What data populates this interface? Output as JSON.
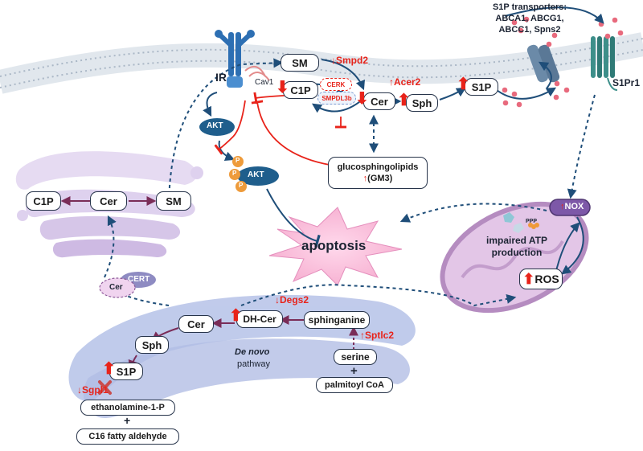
{
  "colors": {
    "red": "#e8231a",
    "navy": "#1f4e79",
    "membrane": "#c9d3de",
    "er": "#b6c2e8",
    "golgi": "#d7c6ea",
    "mito": "#d8b9dd",
    "teal": "#3d8f8a",
    "purple_arrow": "#7a2d58"
  },
  "transporters": {
    "title": "S1P transporters:",
    "list1": "ABCA1, ABCG1,",
    "list2": "ABCC1, Spns2"
  },
  "receptors": {
    "ir": "IR",
    "cav1": "Cav1",
    "s1pr1": "S1Pr1"
  },
  "membrane_nodes": {
    "sm": "SM",
    "c1p": "C1P",
    "cer": "Cer",
    "sph": "Sph",
    "s1p": "S1P",
    "cerk": "CERK",
    "smpdl3b": "SMPDL3b"
  },
  "regulation": {
    "smpd2": "Smpd2",
    "acer2": "Acer2",
    "degs2": "Degs2",
    "sptlc2": "Sptlc2",
    "sgpl1": "Sgpl1",
    "nox": "NOX",
    "ros": "ROS"
  },
  "signaling": {
    "akt": "AKT",
    "p": "P",
    "apoptosis": "apoptosis"
  },
  "glyco": {
    "line1": "glucosphingolipids",
    "line2": "(GM3)"
  },
  "golgi_nodes": {
    "c1p": "C1P",
    "cer": "Cer",
    "sm": "SM"
  },
  "cert": {
    "label": "CERT",
    "cer": "Cer"
  },
  "mito": {
    "ppp": "PPP",
    "line1": "impaired ATP",
    "line2": "production"
  },
  "er_nodes": {
    "cer": "Cer",
    "sph": "Sph",
    "s1p": "S1P",
    "dhcer": "DH-Cer",
    "sphinganine": "sphinganine",
    "serine": "serine",
    "plus": "+",
    "palmitoyl": "palmitoyl CoA",
    "denovo1": "De novo",
    "denovo2": "pathway"
  },
  "degradation": {
    "product1": "ethanolamine-1-P",
    "plus": "+",
    "product2": "C16 fatty aldehyde"
  }
}
